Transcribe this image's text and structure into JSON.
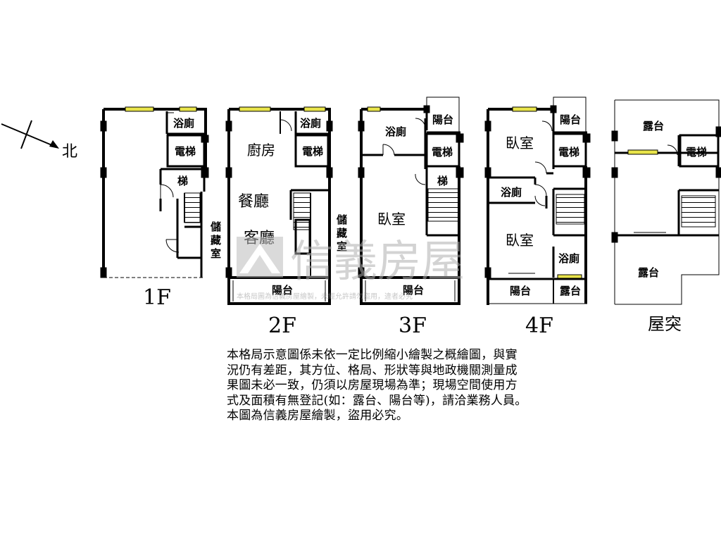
{
  "compass": {
    "label": "北"
  },
  "floors": {
    "f1": {
      "label": "1F",
      "rooms": {
        "bath": "浴廁",
        "elevator": "電梯",
        "stair": "梯",
        "storage": [
          "儲",
          "藏",
          "室"
        ]
      }
    },
    "f2": {
      "label": "2F",
      "rooms": {
        "bath": "浴廁",
        "kitchen": "廚房",
        "elevator": "電梯",
        "dining": "餐廳",
        "living": "客廳",
        "storage": [
          "儲",
          "藏",
          "室"
        ],
        "balcony": "陽台"
      }
    },
    "f3": {
      "label": "3F",
      "rooms": {
        "bath": "浴廁",
        "balcony_top": "陽台",
        "elevator": "電梯",
        "stair": "梯",
        "bedroom": "臥室",
        "balcony": "陽台"
      }
    },
    "f4": {
      "label": "4F",
      "rooms": {
        "bedroom_top": "臥室",
        "balcony_top": "陽台",
        "elevator": "電梯",
        "bath_mid": "浴廁",
        "bedroom": "臥室",
        "bath_low": "浴廁",
        "balcony": "陽台",
        "terrace": "露台"
      }
    },
    "roof": {
      "label": "屋突",
      "rooms": {
        "terrace_top": "露台",
        "elevator": "電梯",
        "terrace": "露台"
      }
    }
  },
  "watermark": {
    "brand": "信義房屋",
    "small": "本格局圖為信義房屋繪製，未經允許請勿盜用，違者必究"
  },
  "note": {
    "lines": [
      "本格局示意圖係未依一定比例縮小繪製之概繪圖，與實",
      "況仍有差距，其方位、格局、形狀等與地政機關測量成",
      "果圖未必一致，仍須以房屋現場為準；現場空間使用方",
      "式及面積有無登記(如：露台、陽台等)，請洽業務人員。",
      "本圖為信義房屋繪製，盜用必究。"
    ]
  },
  "colors": {
    "wall": "#000000",
    "window": "#e8e44a",
    "watermark": "#c8c8c8"
  }
}
